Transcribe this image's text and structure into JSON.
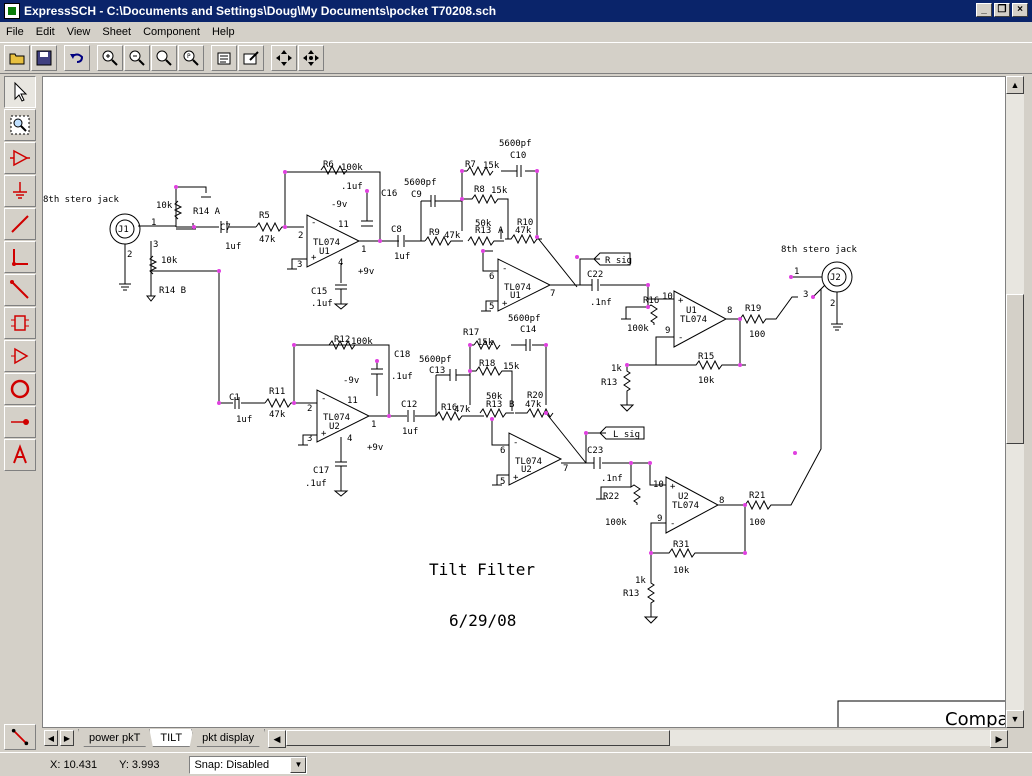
{
  "window": {
    "title": "ExpressSCH - C:\\Documents and Settings\\Doug\\My Documents\\pocket T70208.sch"
  },
  "menu": [
    "File",
    "Edit",
    "View",
    "Sheet",
    "Component",
    "Help"
  ],
  "toolbar_icons": [
    "open-icon",
    "save-icon",
    "undo-icon",
    "zoom-in-icon",
    "zoom-out-icon",
    "zoom-area-icon",
    "zoom-fit-icon",
    "properties-icon",
    "edit-icon",
    "move-icon",
    "pan-icon"
  ],
  "left_tools": [
    "pointer-icon",
    "zoom-select-icon",
    "opamp-icon",
    "ground-icon",
    "wire-icon",
    "bus-icon",
    "line-icon",
    "ic-icon",
    "buffer-icon",
    "circle-icon",
    "pin-icon",
    "text-icon"
  ],
  "tabs": [
    {
      "label": "power pkT"
    },
    {
      "label": "TILT"
    },
    {
      "label": "pkt display"
    }
  ],
  "status": {
    "x": "X: 10.431",
    "y": "Y: 3.993",
    "snap": "Snap:  Disabled"
  },
  "schematic": {
    "title": "Tilt Filter",
    "date": "6/29/08",
    "title_block": "Compa",
    "left_jack": "8th stero jack",
    "right_jack": "8th stero jack",
    "labels": {
      "j1": "J1",
      "j2": "J2",
      "r14": "10k",
      "r14a": "R14 A",
      "r14b": "R14 B",
      "r14b_val": "10k",
      "c7": "C7",
      "c7v": "1uf",
      "r5": "R5",
      "r5v": "47k",
      "r6": "R6",
      "r6v": "100k",
      "c16": "C16",
      "c16v": ".1uf",
      "m9a": "-9v",
      "u1a": "TL074",
      "u1an": "U1",
      "c15": "C15",
      "c15v": ".1uf",
      "p9a": "+9v",
      "c9": "C9",
      "c9v": "5600pf",
      "c8": "C8",
      "c8v": "1uf",
      "r9": "R9",
      "r9v": "47k",
      "r7": "R7",
      "r7v": "15k",
      "c10": "C10",
      "c10v": "5600pf",
      "r8": "R8",
      "r8v": "15k",
      "r13a": "R13",
      "r13av": "50k",
      "r13al": "A",
      "r10": "R10",
      "r10v": "47k",
      "u1b": "TL074",
      "u1bn": "U1",
      "c22": "C22",
      "c22v": ".1nf",
      "rsig": "R sig",
      "r16": "R16",
      "r16v": "100k",
      "u1c": "TL074",
      "u1cn": "U1",
      "r19": "R19",
      "r19v": "100",
      "r15": "R15",
      "r15v": "10k",
      "r13c": "R13",
      "r13cv": "1k",
      "c1": "C1",
      "c1v": "1uf",
      "r11": "R11",
      "r11v": "47k",
      "r12": "R12",
      "r12v": "100k",
      "c18": "C18",
      "c18v": ".1uf",
      "m9b": "-9v",
      "u2a": "TL074",
      "u2an": "U2",
      "c17": "C17",
      "c17v": ".1uf",
      "p9b": "+9v",
      "c13": "C13",
      "c13v": "5600pf",
      "c12": "C12",
      "c12v": "1uf",
      "r16b": "R16",
      "r16bv": "47k",
      "r17": "R17",
      "r17v": "15k",
      "c14": "C14",
      "c14v": "5600pf",
      "r18": "R18",
      "r18v": "15k",
      "r13b": "R13",
      "r13bv": "50k",
      "r13bl": "B",
      "r20": "R20",
      "r20v": "47k",
      "u2b": "TL074",
      "u2bn": "U2",
      "c23": "C23",
      "c23v": ".1nf",
      "lsig": "L sig",
      "r22": "R22",
      "r22v": "100k",
      "u2c": "TL074",
      "u2cn": "U2",
      "r21": "R21",
      "r21v": "100",
      "r31": "R31",
      "r31v": "10k",
      "r13d": "R13",
      "r13dv": "1k"
    }
  }
}
